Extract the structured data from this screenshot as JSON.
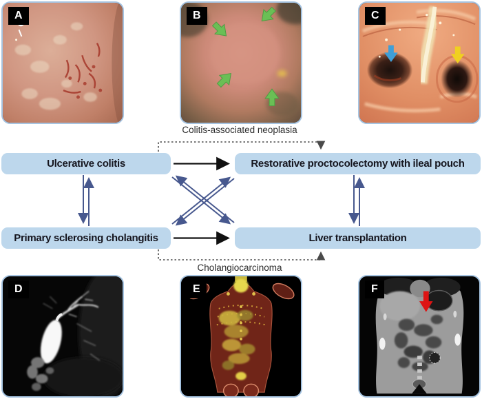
{
  "panels": [
    {
      "id": "a",
      "label": "A"
    },
    {
      "id": "b",
      "label": "B"
    },
    {
      "id": "c",
      "label": "C"
    },
    {
      "id": "d",
      "label": "D"
    },
    {
      "id": "e",
      "label": "E"
    },
    {
      "id": "f",
      "label": "F"
    }
  ],
  "flow": {
    "nodes": [
      {
        "id": "uc",
        "label": "Ulcerative colitis"
      },
      {
        "id": "rpc",
        "label": "Restorative proctocolectomy with ileal pouch"
      },
      {
        "id": "psc",
        "label": "Primary sclerosing cholangitis"
      },
      {
        "id": "lt",
        "label": "Liver transplantation"
      }
    ],
    "captions": {
      "top": "Colitis-associated neoplasia",
      "bottom": "Cholangiocarcinoma"
    },
    "edges": [
      {
        "from": "Ulcerative colitis",
        "to": "Restorative proctocolectomy with ileal pouch",
        "style": "solid-black",
        "direction": "one-way"
      },
      {
        "from": "Primary sclerosing cholangitis",
        "to": "Liver transplantation",
        "style": "solid-black",
        "direction": "one-way"
      },
      {
        "from": "Ulcerative colitis",
        "to": "Primary sclerosing cholangitis",
        "style": "solid-blue",
        "direction": "two-way"
      },
      {
        "from": "Restorative proctocolectomy with ileal pouch",
        "to": "Liver transplantation",
        "style": "solid-blue",
        "direction": "two-way"
      },
      {
        "from": "Ulcerative colitis",
        "to": "Liver transplantation",
        "style": "solid-blue",
        "direction": "two-way"
      },
      {
        "from": "Primary sclerosing cholangitis",
        "to": "Restorative proctocolectomy with ileal pouch",
        "style": "solid-blue",
        "direction": "two-way"
      },
      {
        "from": "Ulcerative colitis",
        "to": "Restorative proctocolectomy with ileal pouch",
        "style": "dotted",
        "label": "Colitis-associated neoplasia"
      },
      {
        "from": "Primary sclerosing cholangitis",
        "to": "Liver transplantation",
        "style": "dotted",
        "label": "Cholangiocarcinoma"
      }
    ]
  },
  "colors": {
    "node_fill": "#bdd7ec",
    "node_text": "#15151e",
    "panel_border": "#a6c4e1",
    "black_arrow": "#111111",
    "blue_arrow_pair": "#47588e",
    "dotted_arrow": "#4a4a4a",
    "green_annotation_arrow": "#6abf55",
    "blue_annotation_arrow": "#3f9fd8",
    "yellow_annotation_arrow": "#f0d020",
    "red_annotation_arrow": "#dd1414"
  }
}
